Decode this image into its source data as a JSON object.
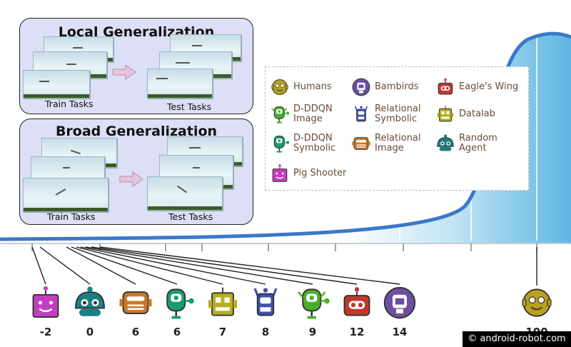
{
  "panels": {
    "local": {
      "title": "Local Generalization",
      "train_label": "Train Tasks",
      "test_label": "Test Tasks"
    },
    "broad": {
      "title": "Broad Generalization",
      "train_label": "Train Tasks",
      "test_label": "Test Tasks"
    }
  },
  "legend": [
    {
      "label": "Humans",
      "color": "#b8a21e",
      "icon": "humans-icon"
    },
    {
      "label": "Bambirds",
      "color": "#6b4fa0",
      "icon": "bambirds-icon"
    },
    {
      "label": "Eagle's Wing",
      "color": "#c0392b",
      "icon": "eagles-wing-icon"
    },
    {
      "label": "D-DDQN\nImage",
      "color": "#4caf2a",
      "icon": "d-ddqn-image-icon"
    },
    {
      "label": "Relational\nSymbolic",
      "color": "#3f51b5",
      "icon": "relational-symbolic-icon"
    },
    {
      "label": "Datalab",
      "color": "#b5b01e",
      "icon": "datalab-icon"
    },
    {
      "label": "D-DDQN\nSymbolic",
      "color": "#169c6e",
      "icon": "d-ddqn-symbolic-icon"
    },
    {
      "label": "Relational\nImage",
      "color": "#c8782a",
      "icon": "relational-image-icon"
    },
    {
      "label": "Random\nAgent",
      "color": "#1b7f86",
      "icon": "random-agent-icon"
    },
    {
      "label": "Pig Shooter",
      "color": "#c23fc0",
      "icon": "pig-shooter-icon"
    }
  ],
  "agents": [
    {
      "score": "-2",
      "color": "#c23fc0",
      "icon": "pig-shooter-icon"
    },
    {
      "score": "0",
      "color": "#1b7f86",
      "icon": "random-agent-icon"
    },
    {
      "score": "6",
      "color": "#c8782a",
      "icon": "relational-image-icon"
    },
    {
      "score": "6",
      "color": "#169c6e",
      "icon": "d-ddqn-symbolic-icon"
    },
    {
      "score": "7",
      "color": "#b5b01e",
      "icon": "datalab-icon"
    },
    {
      "score": "8",
      "color": "#3f51b5",
      "icon": "relational-symbolic-icon"
    },
    {
      "score": "9",
      "color": "#4caf2a",
      "icon": "d-ddqn-image-icon"
    },
    {
      "score": "12",
      "color": "#c0392b",
      "icon": "eagles-wing-icon"
    },
    {
      "score": "14",
      "color": "#6b4fa0",
      "icon": "bambirds-icon"
    },
    {
      "score": "100",
      "color": "#b8a21e",
      "icon": "humans-icon"
    }
  ],
  "colors": {
    "curve": "#3b78c9",
    "fill": "#bfe3f3",
    "fill_dark": "#5fb6e2",
    "baseline": "#c8cdd3"
  },
  "watermark": "© android-robot.com"
}
